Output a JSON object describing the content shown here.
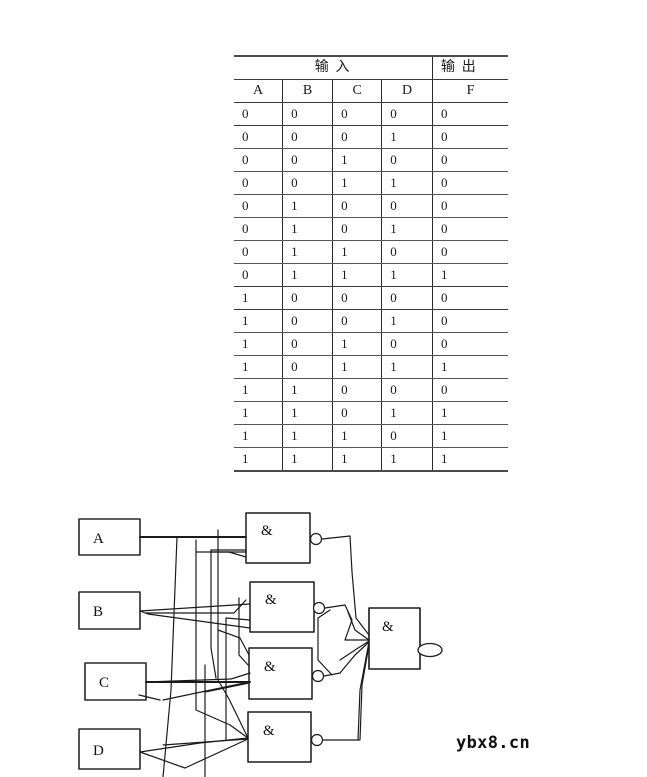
{
  "document": {
    "watermark": "ybx8.cn"
  },
  "truth_table": {
    "group_headers": {
      "inputs": "输  入",
      "outputs": "输  出"
    },
    "columns": [
      "A",
      "B",
      "C",
      "D",
      "F"
    ],
    "rows": [
      [
        "0",
        "0",
        "0",
        "0",
        "0"
      ],
      [
        "0",
        "0",
        "0",
        "1",
        "0"
      ],
      [
        "0",
        "0",
        "1",
        "0",
        "0"
      ],
      [
        "0",
        "0",
        "1",
        "1",
        "0"
      ],
      [
        "0",
        "1",
        "0",
        "0",
        "0"
      ],
      [
        "0",
        "1",
        "0",
        "1",
        "0"
      ],
      [
        "0",
        "1",
        "1",
        "0",
        "0"
      ],
      [
        "0",
        "1",
        "1",
        "1",
        "1"
      ],
      [
        "1",
        "0",
        "0",
        "0",
        "0"
      ],
      [
        "1",
        "0",
        "0",
        "1",
        "0"
      ],
      [
        "1",
        "0",
        "1",
        "0",
        "0"
      ],
      [
        "1",
        "0",
        "1",
        "1",
        "1"
      ],
      [
        "1",
        "1",
        "0",
        "0",
        "0"
      ],
      [
        "1",
        "1",
        "0",
        "1",
        "1"
      ],
      [
        "1",
        "1",
        "1",
        "0",
        "1"
      ],
      [
        "1",
        "1",
        "1",
        "1",
        "1"
      ]
    ]
  },
  "circuit": {
    "input_boxes": [
      {
        "label": "A"
      },
      {
        "label": "B"
      },
      {
        "label": "C"
      },
      {
        "label": "D"
      }
    ],
    "gates": [
      {
        "symbol": "&",
        "type": "nand"
      },
      {
        "symbol": "&",
        "type": "nand"
      },
      {
        "symbol": "&",
        "type": "nand"
      },
      {
        "symbol": "&",
        "type": "nand"
      },
      {
        "symbol": "&",
        "type": "nand"
      }
    ],
    "colors": {
      "wire": "#1b1b1b",
      "box_border": "#2a2a2a"
    }
  }
}
